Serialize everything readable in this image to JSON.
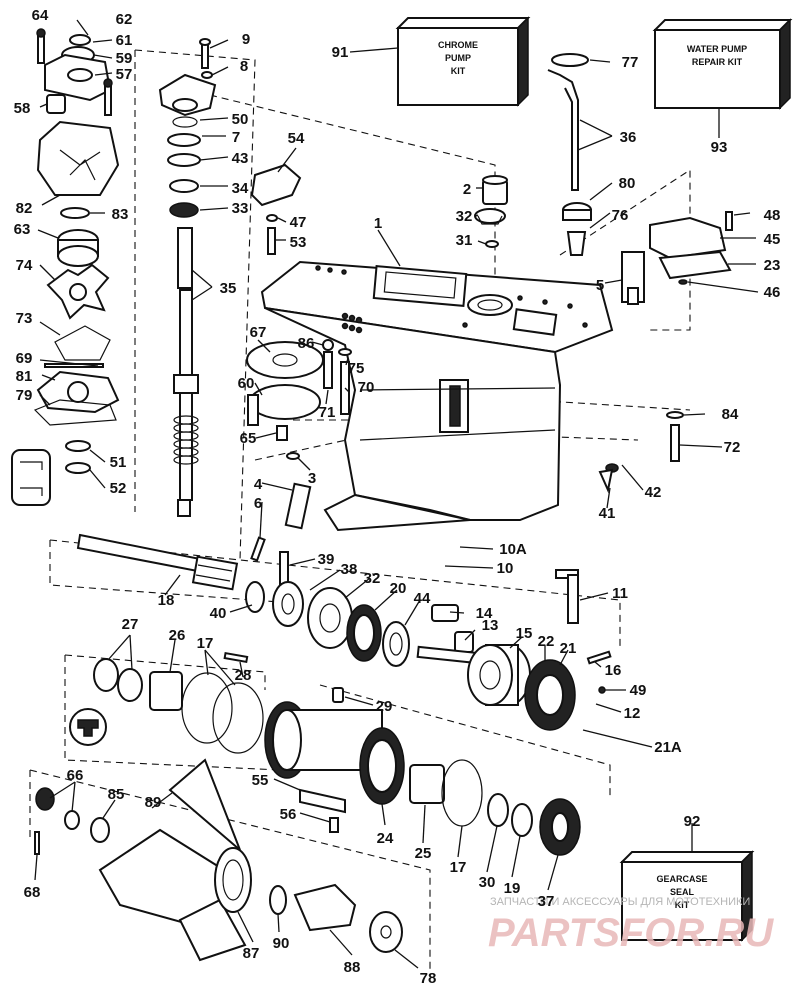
{
  "kits": {
    "chrome_pump": {
      "number": "91",
      "lines": [
        "CHROME",
        "PUMP",
        "KIT"
      ]
    },
    "water_pump": {
      "number": "93",
      "lines": [
        "WATER PUMP",
        "REPAIR KIT"
      ]
    },
    "gearcase_seal": {
      "number": "92",
      "lines": [
        "GEARCASE",
        "SEAL",
        "KIT"
      ]
    }
  },
  "watermark": {
    "caption": "ЗАПЧАСТИ И АКСЕССУАРЫ ДЛЯ МОТОТЕХНИКИ",
    "logo_text": "PARTSFOR.RU"
  },
  "callouts": [
    {
      "id": "64",
      "label": "64"
    },
    {
      "id": "62",
      "label": "62"
    },
    {
      "id": "61",
      "label": "61"
    },
    {
      "id": "59",
      "label": "59"
    },
    {
      "id": "57",
      "label": "57"
    },
    {
      "id": "58",
      "label": "58"
    },
    {
      "id": "9",
      "label": "9"
    },
    {
      "id": "8",
      "label": "8"
    },
    {
      "id": "91",
      "label": "91"
    },
    {
      "id": "77",
      "label": "77"
    },
    {
      "id": "93",
      "label": "93"
    },
    {
      "id": "50",
      "label": "50"
    },
    {
      "id": "7",
      "label": "7"
    },
    {
      "id": "43",
      "label": "43"
    },
    {
      "id": "34",
      "label": "34"
    },
    {
      "id": "33",
      "label": "33"
    },
    {
      "id": "54",
      "label": "54"
    },
    {
      "id": "36",
      "label": "36"
    },
    {
      "id": "2",
      "label": "2"
    },
    {
      "id": "80",
      "label": "80"
    },
    {
      "id": "82",
      "label": "82"
    },
    {
      "id": "83",
      "label": "83"
    },
    {
      "id": "63",
      "label": "63"
    },
    {
      "id": "47",
      "label": "47"
    },
    {
      "id": "53",
      "label": "53"
    },
    {
      "id": "1",
      "label": "1"
    },
    {
      "id": "32a",
      "label": "32"
    },
    {
      "id": "31",
      "label": "31"
    },
    {
      "id": "76",
      "label": "76"
    },
    {
      "id": "48",
      "label": "48"
    },
    {
      "id": "45",
      "label": "45"
    },
    {
      "id": "23",
      "label": "23"
    },
    {
      "id": "74",
      "label": "74"
    },
    {
      "id": "35",
      "label": "35"
    },
    {
      "id": "5",
      "label": "5"
    },
    {
      "id": "46",
      "label": "46"
    },
    {
      "id": "73",
      "label": "73"
    },
    {
      "id": "67",
      "label": "67"
    },
    {
      "id": "86",
      "label": "86"
    },
    {
      "id": "69",
      "label": "69"
    },
    {
      "id": "75",
      "label": "75"
    },
    {
      "id": "81",
      "label": "81"
    },
    {
      "id": "60",
      "label": "60"
    },
    {
      "id": "70",
      "label": "70"
    },
    {
      "id": "79",
      "label": "79"
    },
    {
      "id": "71",
      "label": "71"
    },
    {
      "id": "84",
      "label": "84"
    },
    {
      "id": "65",
      "label": "65"
    },
    {
      "id": "72",
      "label": "72"
    },
    {
      "id": "51",
      "label": "51"
    },
    {
      "id": "3",
      "label": "3"
    },
    {
      "id": "52",
      "label": "52"
    },
    {
      "id": "42",
      "label": "42"
    },
    {
      "id": "4",
      "label": "4"
    },
    {
      "id": "41",
      "label": "41"
    },
    {
      "id": "6",
      "label": "6"
    },
    {
      "id": "10A",
      "label": "10A"
    },
    {
      "id": "39",
      "label": "39"
    },
    {
      "id": "10",
      "label": "10"
    },
    {
      "id": "38",
      "label": "38"
    },
    {
      "id": "32b",
      "label": "32"
    },
    {
      "id": "20",
      "label": "20"
    },
    {
      "id": "44",
      "label": "44"
    },
    {
      "id": "11",
      "label": "11"
    },
    {
      "id": "18",
      "label": "18"
    },
    {
      "id": "40",
      "label": "40"
    },
    {
      "id": "14",
      "label": "14"
    },
    {
      "id": "27",
      "label": "27"
    },
    {
      "id": "26",
      "label": "26"
    },
    {
      "id": "17a",
      "label": "17"
    },
    {
      "id": "13",
      "label": "13"
    },
    {
      "id": "15",
      "label": "15"
    },
    {
      "id": "22",
      "label": "22"
    },
    {
      "id": "21",
      "label": "21"
    },
    {
      "id": "16",
      "label": "16"
    },
    {
      "id": "28",
      "label": "28"
    },
    {
      "id": "49",
      "label": "49"
    },
    {
      "id": "29",
      "label": "29"
    },
    {
      "id": "12",
      "label": "12"
    },
    {
      "id": "21A",
      "label": "21A"
    },
    {
      "id": "66",
      "label": "66"
    },
    {
      "id": "55",
      "label": "55"
    },
    {
      "id": "85",
      "label": "85"
    },
    {
      "id": "89",
      "label": "89"
    },
    {
      "id": "56",
      "label": "56"
    },
    {
      "id": "24",
      "label": "24"
    },
    {
      "id": "92",
      "label": "92"
    },
    {
      "id": "25",
      "label": "25"
    },
    {
      "id": "17b",
      "label": "17"
    },
    {
      "id": "30",
      "label": "30"
    },
    {
      "id": "19",
      "label": "19"
    },
    {
      "id": "37",
      "label": "37"
    },
    {
      "id": "68",
      "label": "68"
    },
    {
      "id": "87",
      "label": "87"
    },
    {
      "id": "90",
      "label": "90"
    },
    {
      "id": "88",
      "label": "88"
    },
    {
      "id": "78",
      "label": "78"
    }
  ]
}
